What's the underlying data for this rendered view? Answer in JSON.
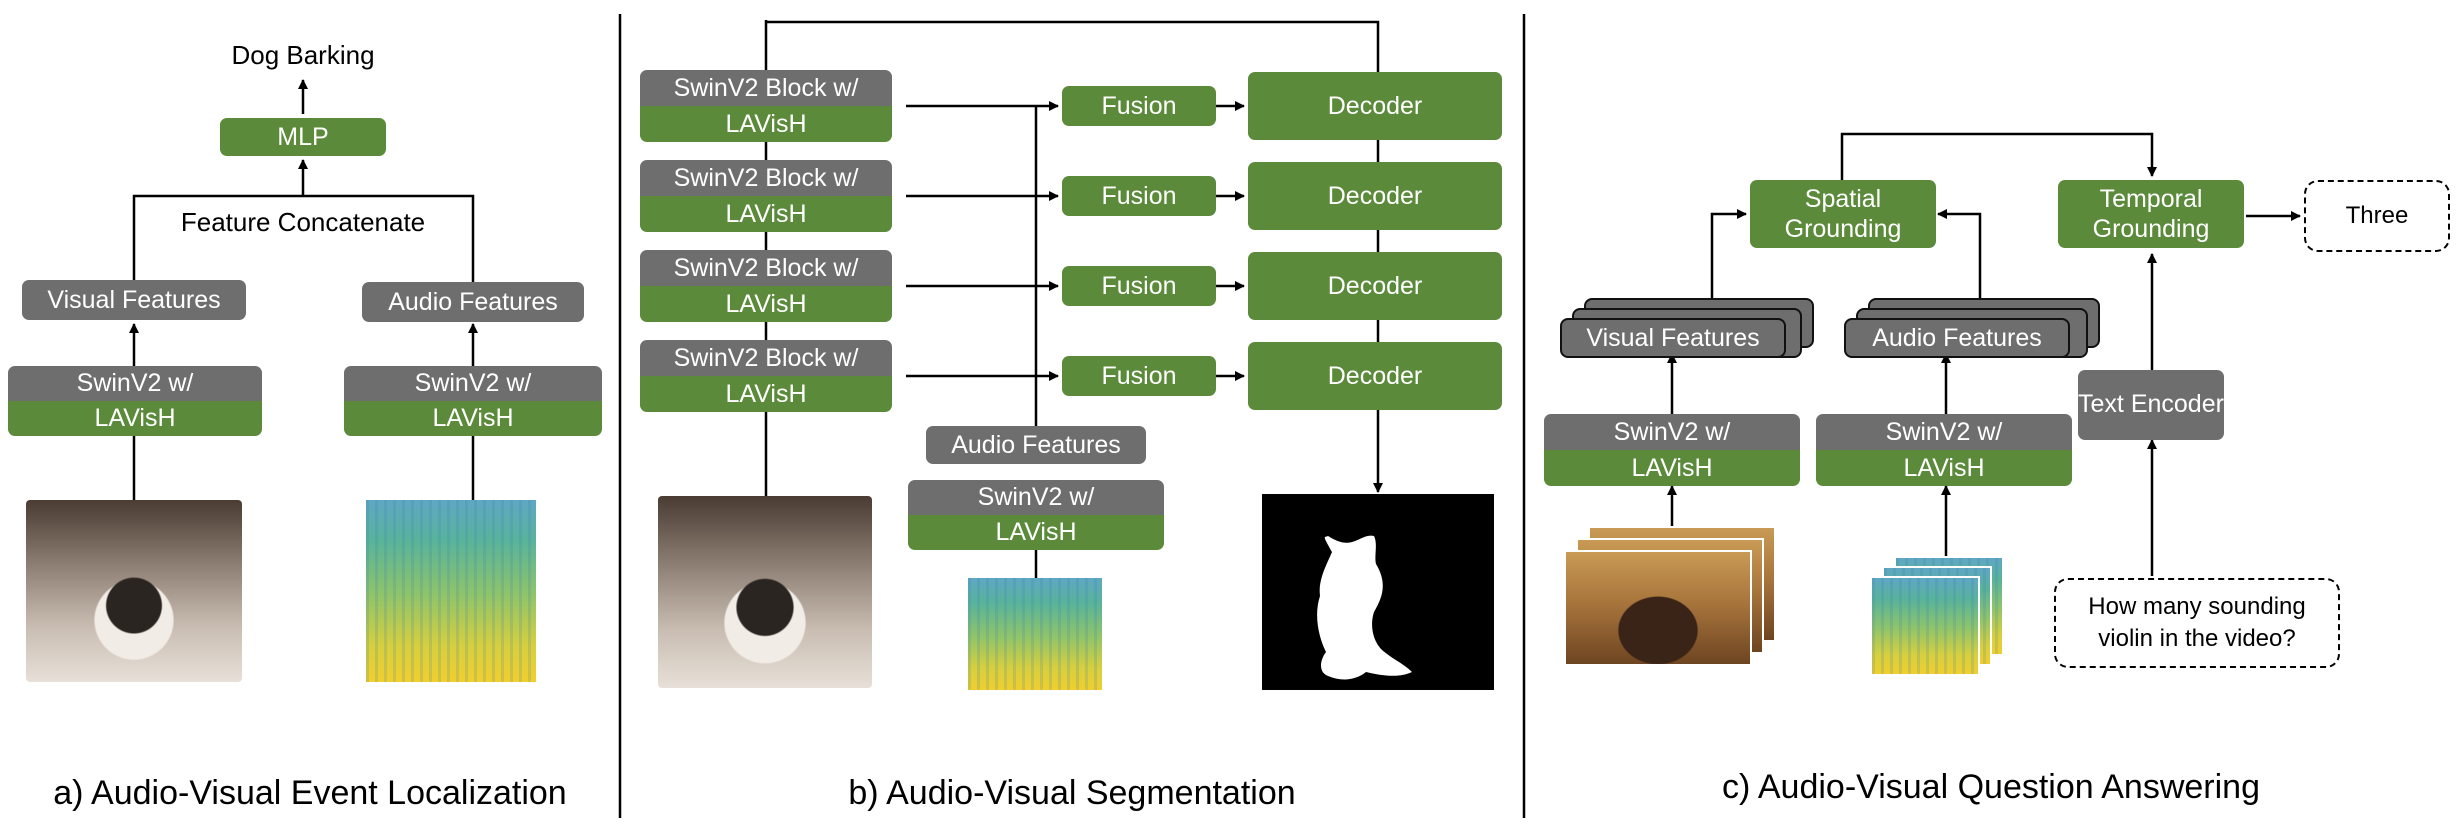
{
  "panel_a": {
    "output_label": "Dog Barking",
    "mlp_label": "MLP",
    "concat_label": "Feature Concatenate",
    "visual_features_label": "Visual Features",
    "audio_features_label": "Audio Features",
    "visual_encoder": {
      "line1": "SwinV2 w/",
      "line2": "LAVisH"
    },
    "audio_encoder": {
      "line1": "SwinV2 w/",
      "line2": "LAVisH"
    },
    "caption": "a) Audio-Visual Event Localization"
  },
  "panel_b": {
    "blocks": [
      {
        "line1": "SwinV2 Block w/",
        "line2": "LAVisH"
      },
      {
        "line1": "SwinV2 Block w/",
        "line2": "LAVisH"
      },
      {
        "line1": "SwinV2 Block w/",
        "line2": "LAVisH"
      },
      {
        "line1": "SwinV2 Block w/",
        "line2": "LAVisH"
      }
    ],
    "fusion_labels": [
      "Fusion",
      "Fusion",
      "Fusion",
      "Fusion"
    ],
    "decoder_labels": [
      "Decoder",
      "Decoder",
      "Decoder",
      "Decoder"
    ],
    "audio_features_label": "Audio Features",
    "audio_encoder": {
      "line1": "SwinV2 w/",
      "line2": "LAVisH"
    },
    "caption": "b) Audio-Visual Segmentation"
  },
  "panel_c": {
    "spatial_label": "Spatial Grounding",
    "temporal_label": "Temporal Grounding",
    "answer_label": "Three",
    "visual_features_label": "Visual Features",
    "audio_features_label": "Audio Features",
    "visual_encoder": {
      "line1": "SwinV2 w/",
      "line2": "LAVisH"
    },
    "audio_encoder": {
      "line1": "SwinV2 w/",
      "line2": "LAVisH"
    },
    "text_encoder_label": "Text Encoder",
    "question_label": "How many sounding violin in the video?",
    "caption": "c) Audio-Visual Question Answering"
  },
  "colors": {
    "green": "#5b8a3a",
    "gray": "#6f6e6e",
    "line": "#000000"
  }
}
